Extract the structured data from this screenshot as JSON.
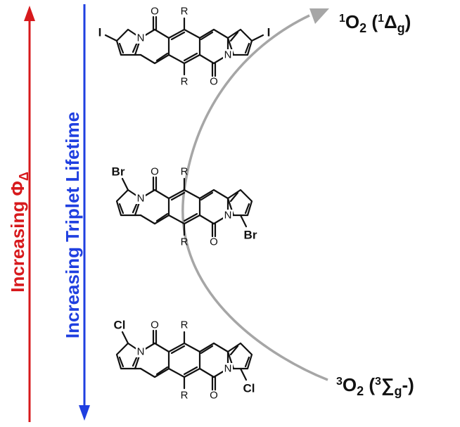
{
  "axes": {
    "red_label": "Increasing Φ",
    "red_label_sub": "Δ",
    "blue_label": "Increasing Triplet Lifetime",
    "red_color": "#d7191c",
    "blue_color": "#1f3fe0"
  },
  "oxygen": {
    "singlet": {
      "pre": "1",
      "main": "O",
      "sub": "2",
      "open": " (",
      "sup": "1",
      "sym": "Δ",
      "symsub": "g",
      "close": ")"
    },
    "triplet": {
      "pre": "3",
      "main": "O",
      "sub": "2",
      "open": " (",
      "sup": "3",
      "sym": "∑",
      "symsub": "g",
      "close": "-)"
    },
    "arrow_color": "#a6a6a6"
  },
  "molecules": [
    {
      "halogen": "I",
      "substituent": "R",
      "carbonyl": "O",
      "nitrogen": "N"
    },
    {
      "halogen": "Br",
      "substituent": "R",
      "carbonyl": "O",
      "nitrogen": "N"
    },
    {
      "halogen": "Cl",
      "substituent": "R",
      "carbonyl": "O",
      "nitrogen": "N"
    }
  ]
}
